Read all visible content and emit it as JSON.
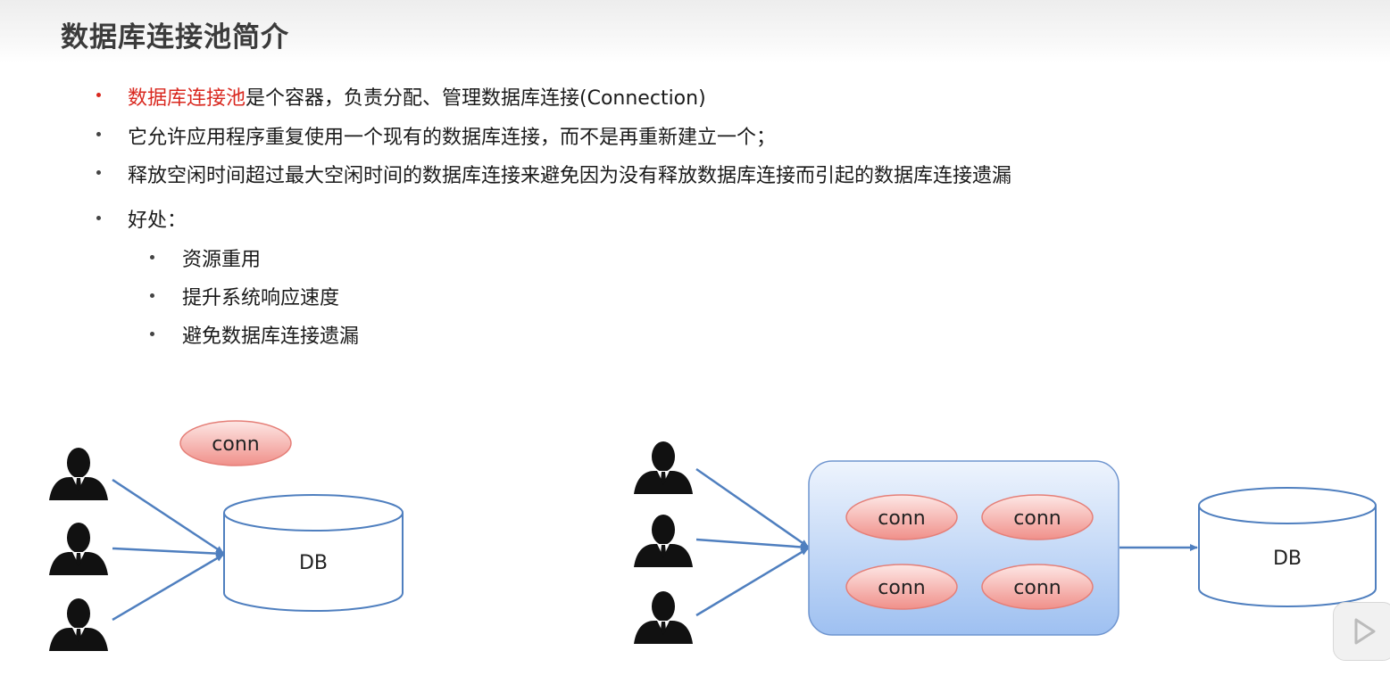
{
  "slide": {
    "title": "数据库连接池简介",
    "bullets": [
      {
        "highlight": "数据库连接池",
        "text": "是个容器，负责分配、管理数据库连接(Connection)"
      },
      {
        "text": "它允许应用程序重复使用一个现有的数据库连接，而不是再重新建立一个；"
      },
      {
        "text": "释放空闲时间超过最大空闲时间的数据库连接来避免因为没有释放数据库连接而引起的数据库连接遗漏"
      },
      {
        "text": "好处："
      }
    ],
    "sub_bullets": [
      "资源重用",
      "提升系统响应速度",
      "避免数据库连接遗漏"
    ]
  },
  "diagram_left": {
    "conn_label": "conn",
    "db_label": "DB"
  },
  "diagram_right": {
    "conn_labels": [
      "conn",
      "conn",
      "conn",
      "conn"
    ],
    "db_label": "DB"
  },
  "colors": {
    "accent_red": "#d9281f",
    "arrow_blue": "#4f7fbf",
    "pool_blue": "#a9c8f3"
  },
  "icons": [
    "user-icon",
    "play-icon"
  ]
}
